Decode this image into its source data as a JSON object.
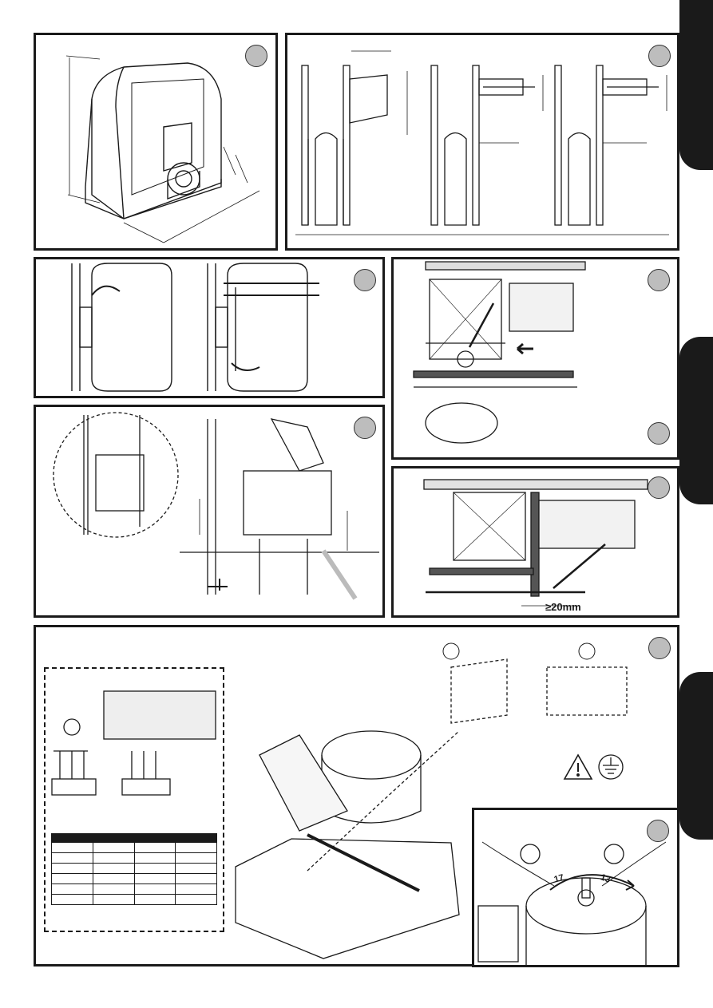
{
  "page": {
    "background": "#ffffff",
    "ink": "#1a1a1a",
    "badge_fill": "#bdbdbd"
  },
  "panels": {
    "p1_dimensions": {
      "badge": ""
    },
    "p2_gate_bracket": {
      "badge": ""
    },
    "p3_open_cover": {
      "badge": ""
    },
    "p4_mount": {
      "badge": ""
    },
    "p5_rack_fix": {
      "badge_top": "",
      "badge_bottom": ""
    },
    "p6_stop_clearance": {
      "badge": "",
      "clearance_label": "≥20mm"
    },
    "p7_wiring": {
      "badge": ""
    },
    "p8_release": {
      "badge": "",
      "wrench_size_a": "17",
      "wrench_size_b": "13"
    }
  },
  "icons": [
    "warning-triangle-icon",
    "ground-symbol-icon"
  ]
}
